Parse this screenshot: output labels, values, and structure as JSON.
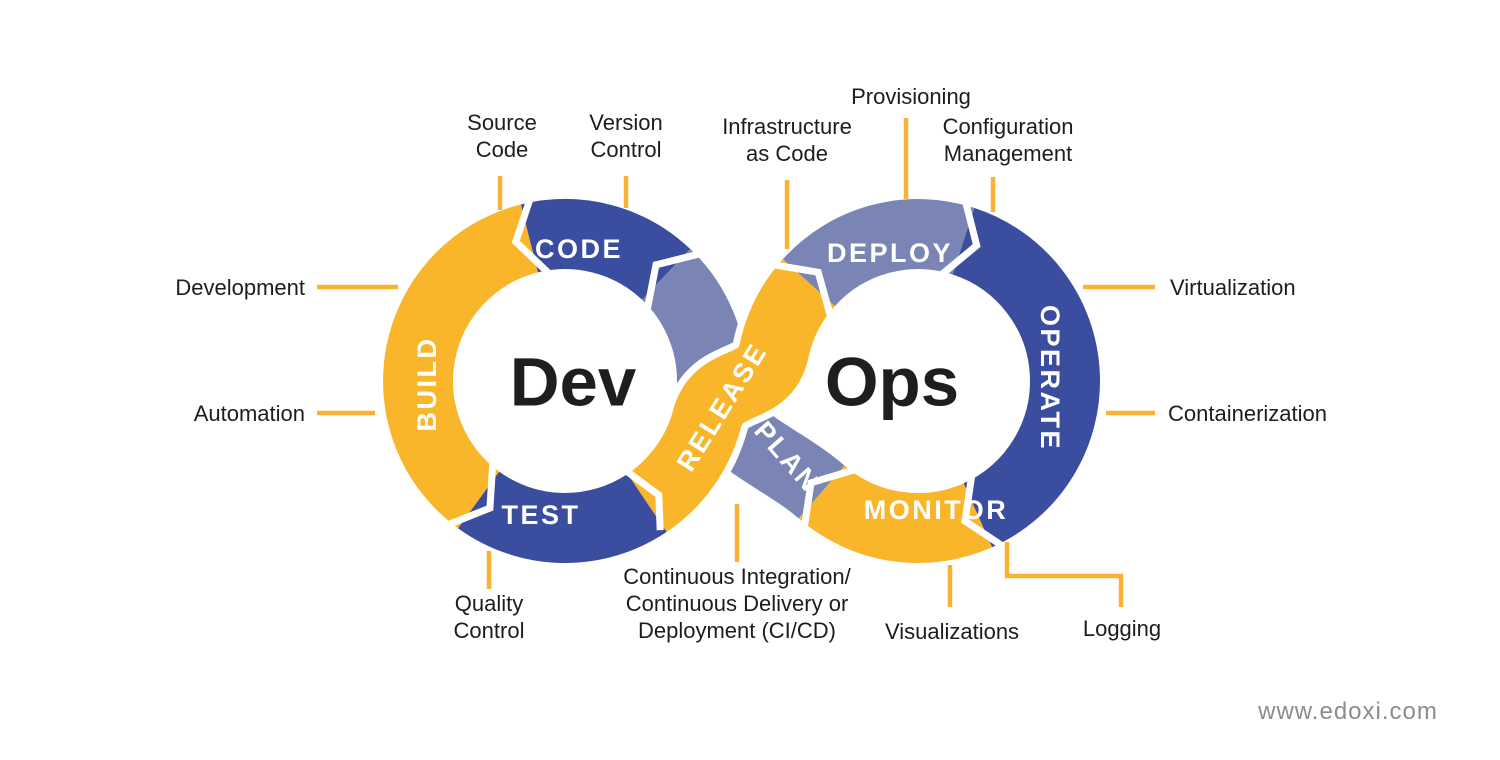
{
  "diagram": {
    "dev_label": "Dev",
    "ops_label": "Ops",
    "segments": {
      "code": "CODE",
      "build": "BUILD",
      "test": "TEST",
      "release": "RELEASE",
      "plan": "PLAN",
      "deploy": "DEPLOY",
      "operate": "OPERATE",
      "monitor": "MONITOR"
    },
    "annotations": {
      "source_code": "Source\nCode",
      "version_control": "Version\nControl",
      "infrastructure_as_code": "Infrastructure\nas Code",
      "provisioning": "Provisioning",
      "configuration_management": "Configuration\nManagement",
      "development": "Development",
      "automation": "Automation",
      "virtualization": "Virtualization",
      "containerization": "Containerization",
      "quality_control": "Quality\nControl",
      "ci_cd": "Continuous Integration/\nContinuous Delivery or\nDeployment (CI/CD)",
      "visualizations": "Visualizations",
      "logging": "Logging"
    },
    "colors": {
      "blue": "#3A4D9E",
      "slate": "#7A85B5",
      "yellow": "#F9B62B",
      "connector": "#F9B233",
      "ink": "#1E1E1E",
      "arc_text": "#FFFFFF"
    }
  },
  "footer": {
    "website": "www.edoxi.com"
  }
}
